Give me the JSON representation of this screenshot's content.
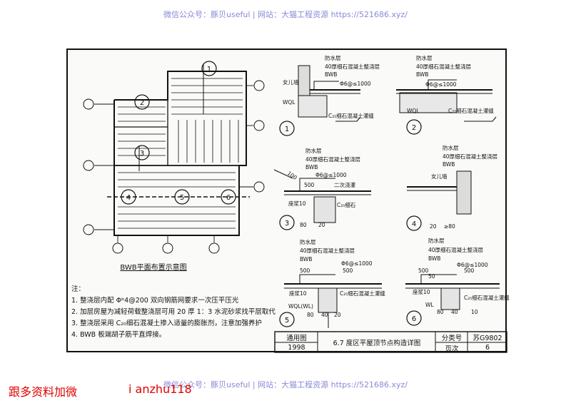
{
  "watermark": "微信公众号：豚贝useful | 网站：大猫工程资源 https://521686.xyz/",
  "footer_left": "跟多资料加微",
  "footer_right": "i anzhu118",
  "plan": {
    "title": "BWB平面布置示意图",
    "callouts": [
      "1",
      "2",
      "3",
      "4",
      "5",
      "6"
    ]
  },
  "details": [
    {
      "no": "1",
      "layers": [
        "防水层",
        "40厚细石混凝土整浇层",
        "BWB"
      ],
      "rebar": "Φ6@≤1000",
      "wall": "女儿墙",
      "beam": "WQL",
      "fill": "C₂₅细石混凝土灌缝"
    },
    {
      "no": "2",
      "layers": [
        "防水层",
        "40厚细石混凝土整浇层",
        "BWB"
      ],
      "rebar": "Φ6@≤1000",
      "beam": "WQL",
      "fill": "C₂₅细石混凝土灌缝"
    },
    {
      "no": "3",
      "layers": [
        "防水层",
        "40厚细石混凝土整浇层",
        "BWB"
      ],
      "rebar": "Φ6@≤1000",
      "dims": [
        "500",
        "100",
        "80",
        "20"
      ],
      "notes": [
        "二次浇灌",
        "座浆10",
        "C₂₅细石"
      ]
    },
    {
      "no": "4",
      "layers": [
        "防水层",
        "40厚细石混凝土整浇层",
        "BWB"
      ],
      "wall": "女儿墙",
      "dims": [
        "20",
        "≥80"
      ]
    },
    {
      "no": "5",
      "layers": [
        "防水层",
        "40厚细石混凝土整浇层",
        "BWB"
      ],
      "rebar": "Φ6@≤1000",
      "dims": [
        "500",
        "500",
        "80",
        "40",
        "20"
      ],
      "beam": "WQL(WL)",
      "fill": "C₂₅细石混凝土灌缝",
      "seat": "座浆10"
    },
    {
      "no": "6",
      "layers": [
        "防水层",
        "40厚细石混凝土整浇层",
        "BWB"
      ],
      "rebar": "Φ6@≤1000",
      "dims": [
        "500",
        "500",
        "50",
        "10",
        "80",
        "40"
      ],
      "beam": "WL",
      "fill": "C₂₅细石混凝土灌缝",
      "seat": "座浆10"
    }
  ],
  "notes": {
    "heading": "注：",
    "items": [
      "1. 整浇层内配 Φᵇ4@200 双向钢筋网要求一次压平压光",
      "2. 加层房屋为减轻荷载整浇层可用 20 厚 1：3 水泥砂浆找平层取代",
      "3. 整浇层采用 C₂₀细石混凝土掺入适量的膨胀剂，注意加强养护",
      "4. BWB 板端胡子筋平直焊接。"
    ]
  },
  "title_block": {
    "cell1": "通用图",
    "year": "1998",
    "title": "6.7 度区平屋顶节点构造详图",
    "cat_label": "分类号",
    "cat_value": "苏G9802",
    "page_label": "页次",
    "page_value": "6"
  }
}
